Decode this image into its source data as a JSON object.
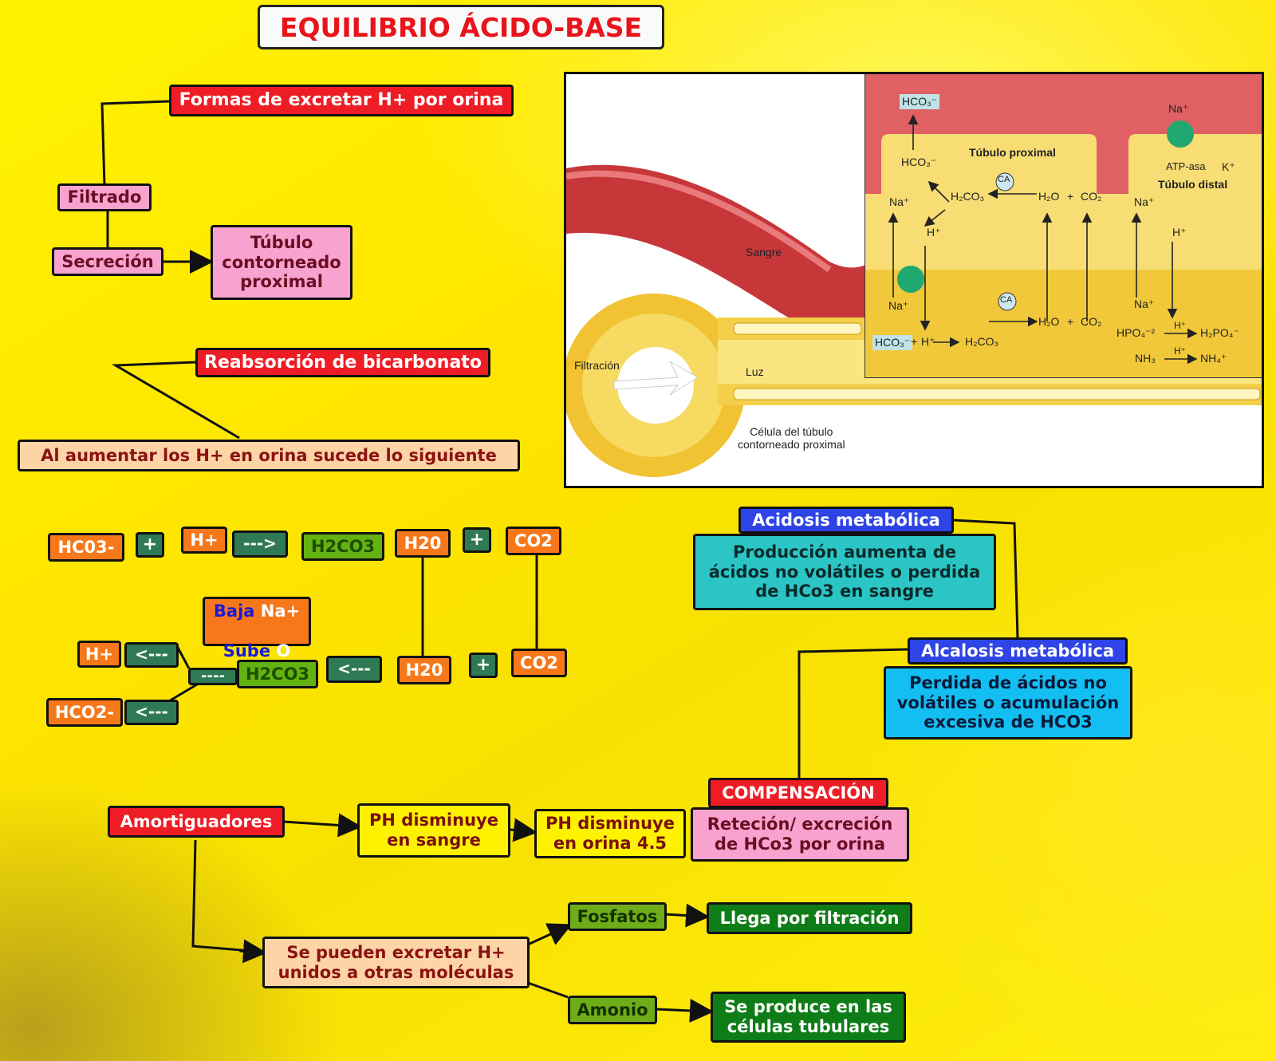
{
  "title": "EQUILIBRIO ÁCIDO-BASE",
  "excrecion": {
    "formas": "Formas de excretar H+ por orina",
    "filtrado": "Filtrado",
    "secrecion": "Secreción",
    "tubulo": "Túbulo\ncontorneado\nproximal"
  },
  "reabsorcion": {
    "titulo": "Reabsorción de bicarbonato",
    "detalle": "Al aumentar los H+ en orina sucede lo siguiente"
  },
  "ecuacion_1": {
    "hco3": "HC03-",
    "plus1": "+",
    "h": "H+",
    "arrow": "--->",
    "h2co3": "H2CO3",
    "h2o": "H20",
    "plus2": "+",
    "co2": "CO2"
  },
  "ecuacion_2": {
    "baja_word": "Baja",
    "baja_ion": " Na+",
    "sube_word": "Sube",
    "sube_ion": " O",
    "h": "H+",
    "arrow_top": "<---",
    "dash": "----",
    "h2co3": "H2CO3",
    "arrow_mid": "<---",
    "h2o": "H20",
    "plus": "+",
    "co2": "CO2",
    "hco2": "HCO2-",
    "arrow_bottom": "<---"
  },
  "acidosis": {
    "titulo": "Acidosis metabólica",
    "detalle": "Producción aumenta de\nácidos no volátiles o perdida\nde HCo3 en sangre"
  },
  "alcalosis": {
    "titulo": "Alcalosis metabólica",
    "detalle": "Perdida de ácidos no\nvolátiles o acumulación\nexcesiva de HCO3"
  },
  "compensacion": {
    "titulo": "COMPENSACIÓN",
    "detalle": "Reteción/ excreción\nde HCo3 por orina"
  },
  "amortiguadores": {
    "titulo": "Amortiguadores",
    "ph_sangre": "PH disminuye\nen sangre",
    "ph_orina": "PH disminuye\nen orina 4.5",
    "excretar": "Se pueden excretar H+\nunidos a otras moléculas",
    "fosfatos": "Fosfatos",
    "fosfatos_det": "Llega por filtración",
    "amonio": "Amonio",
    "amonio_det": "Se produce en las\ncélulas tubulares"
  },
  "illustration": {
    "sangre": "Sangre",
    "filtracion": "Filtración",
    "luz": "Luz",
    "celula": "Célula del túbulo\ncontorneado proximal",
    "tubulo_proximal": "Túbulo proximal",
    "tubulo_distal": "Túbulo distal",
    "atpasa": "ATP-asa",
    "ca": "CA",
    "hco3": "HCO₃⁻",
    "na": "Na⁺",
    "k": "K⁺",
    "h": "H⁺",
    "h2co3": "H₂CO₃",
    "h2o": "H₂O",
    "co2": "CO₂",
    "plus": "+",
    "hpo4": "HPO₄⁻²",
    "h2po4": "H₂PO₄⁻",
    "nh3": "NH₃",
    "nh4": "NH₄⁺"
  },
  "colors": {
    "background": "#fff200",
    "red_box": "#ee1c25",
    "pink_box": "#f7a2cf",
    "orange_box": "#f6781a",
    "dark_green_box": "#2f7a54",
    "light_green_box": "#62b312",
    "blue_box": "#2e44e6",
    "teal_box": "#2bc5c6",
    "cyan_box": "#13bff2",
    "dark_green_label": "#0f7d17",
    "accent_blue_text": "#1a1ad8"
  }
}
